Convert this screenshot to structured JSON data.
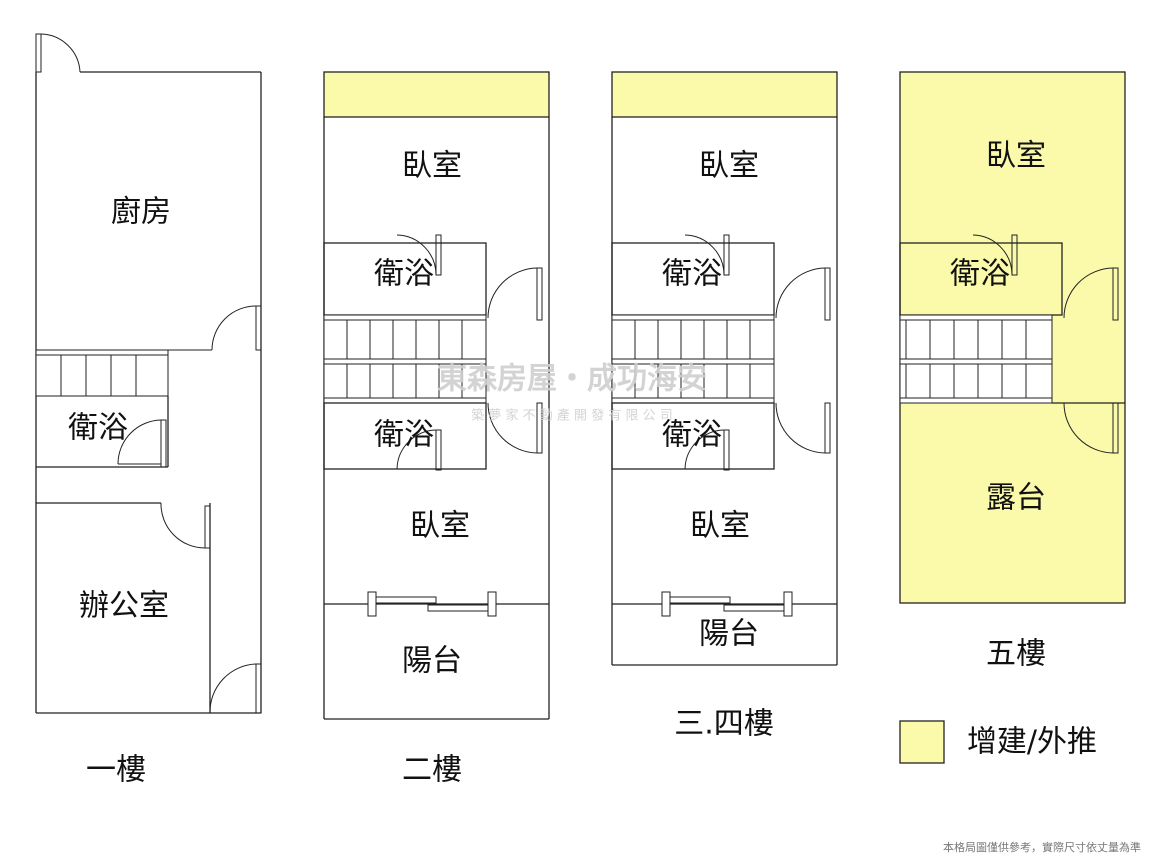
{
  "floors": [
    {
      "name": "一樓",
      "rooms": [
        "廚房",
        "衛浴",
        "辦公室"
      ]
    },
    {
      "name": "二樓",
      "rooms": [
        "臥室",
        "衛浴",
        "衛浴",
        "臥室",
        "陽台"
      ]
    },
    {
      "name": "三.四樓",
      "rooms": [
        "臥室",
        "衛浴",
        "衛浴",
        "臥室",
        "陽台"
      ]
    },
    {
      "name": "五樓",
      "rooms": [
        "臥室",
        "衛浴",
        "露台"
      ]
    }
  ],
  "legend": {
    "label": "增建/外推",
    "color": "#fafaaa"
  },
  "watermark": {
    "title": "東森房屋・成功海安",
    "subtitle": "築 夢 家 不 動 產 開 發 有 限 公 司"
  },
  "note": "本格局圖僅供參考，實際尺寸依丈量為準"
}
